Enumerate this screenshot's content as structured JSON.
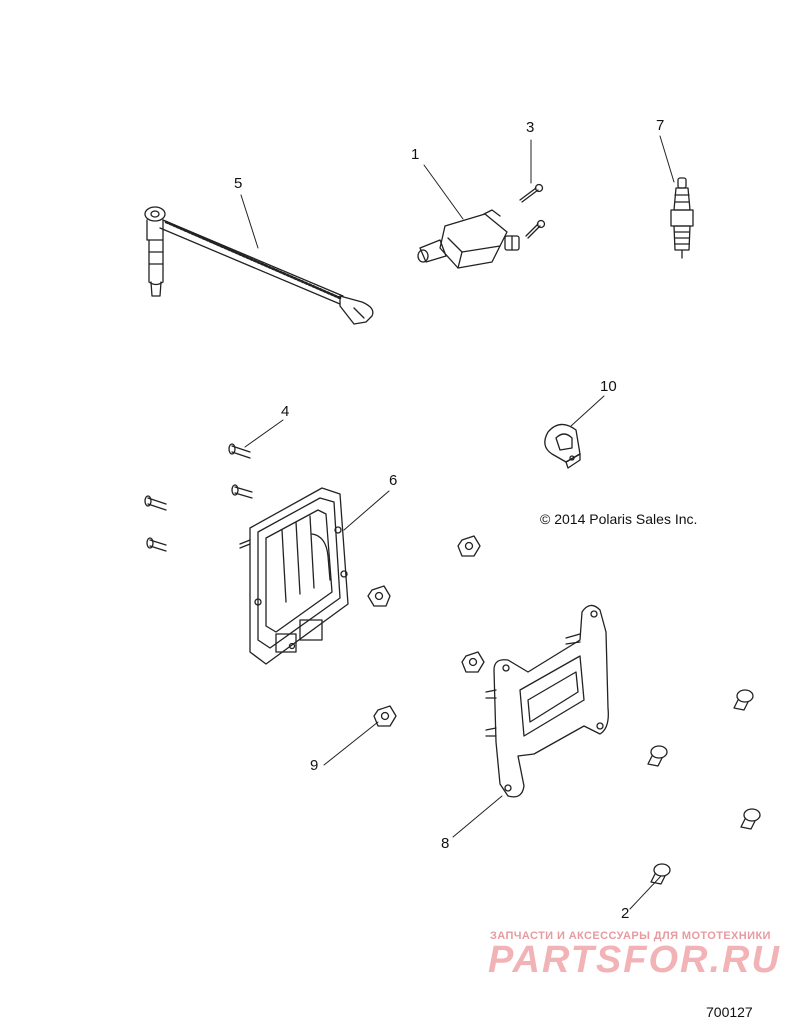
{
  "callouts": {
    "c1": "1",
    "c2": "2",
    "c3": "3",
    "c4": "4",
    "c5": "5",
    "c6": "6",
    "c7": "7",
    "c8": "8",
    "c9": "9",
    "c10": "10"
  },
  "copyright": "© 2014 Polaris Sales Inc.",
  "drawing_number": "700127",
  "watermark": {
    "tagline": "ЗАПЧАСТИ И АКСЕССУАРЫ ДЛЯ МОТОТЕХНИКИ",
    "brand": "PARTSFOR.RU"
  }
}
